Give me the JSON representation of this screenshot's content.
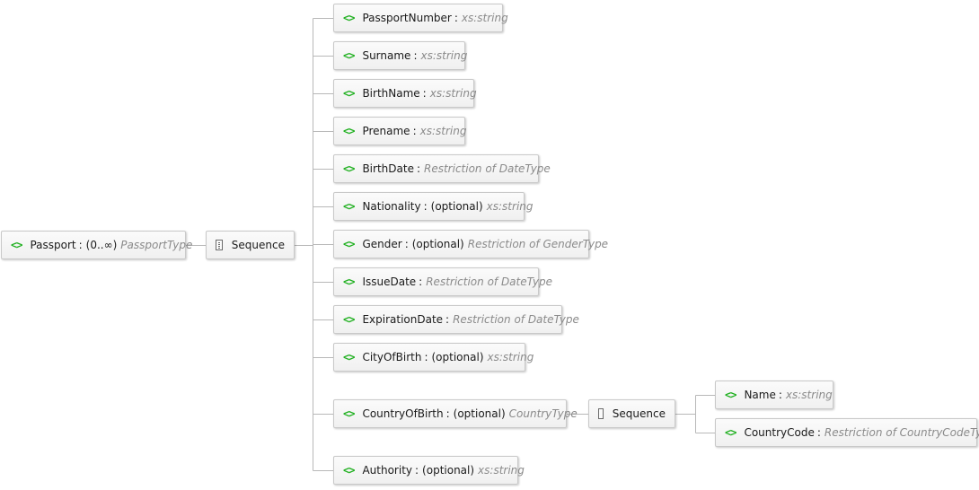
{
  "diagram": {
    "root": {
      "name": "Passport",
      "occurrence": "(0..∞)",
      "type": "PassportType"
    },
    "root_compositor": {
      "label": "Sequence"
    },
    "children": [
      {
        "name": "PassportNumber",
        "occurrence": "",
        "type": "xs:string"
      },
      {
        "name": "Surname",
        "occurrence": "",
        "type": "xs:string"
      },
      {
        "name": "BirthName",
        "occurrence": "",
        "type": "xs:string"
      },
      {
        "name": "Prename",
        "occurrence": "",
        "type": "xs:string"
      },
      {
        "name": "BirthDate",
        "occurrence": "",
        "type": "Restriction of DateType"
      },
      {
        "name": "Nationality",
        "occurrence": "(optional)",
        "type": "xs:string"
      },
      {
        "name": "Gender",
        "occurrence": "(optional)",
        "type": "Restriction of GenderType"
      },
      {
        "name": "IssueDate",
        "occurrence": "",
        "type": "Restriction of DateType"
      },
      {
        "name": "ExpirationDate",
        "occurrence": "",
        "type": "Restriction of DateType"
      },
      {
        "name": "CityOfBirth",
        "occurrence": "(optional)",
        "type": "xs:string"
      },
      {
        "name": "CountryOfBirth",
        "occurrence": "(optional)",
        "type": "CountryType"
      },
      {
        "name": "Authority",
        "occurrence": "(optional)",
        "type": "xs:string"
      }
    ],
    "country_compositor": {
      "label": "Sequence"
    },
    "country_children": [
      {
        "name": "Name",
        "occurrence": "",
        "type": "xs:string"
      },
      {
        "name": "CountryCode",
        "occurrence": "",
        "type": "Restriction of CountryCodeType"
      }
    ],
    "icons": {
      "element": "element-icon",
      "sequence": "sequence-icon"
    },
    "colors": {
      "element_icon": "#20b020",
      "type_text": "#8a8a8a",
      "connector": "#b8b8b8"
    }
  }
}
